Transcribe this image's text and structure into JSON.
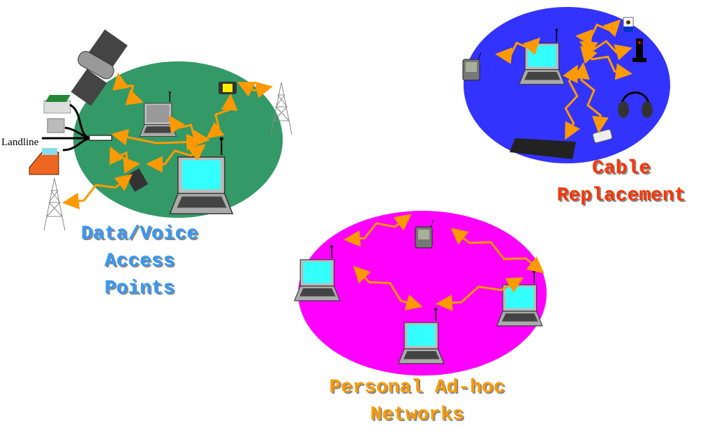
{
  "labels": {
    "data_voice": [
      "Data/Voice",
      "Access",
      "Points"
    ],
    "cable": [
      "Cable",
      "Replacement"
    ],
    "adhoc": [
      "Personal Ad-hoc",
      "Networks"
    ],
    "landline": "Landline"
  },
  "colors": {
    "green_zone": "#339966",
    "blue_zone": "#3333ff",
    "magenta_zone": "#ff00ff",
    "bolt": "#ff9900",
    "data_voice_text": "#3399ff",
    "cable_text": "#ff3300",
    "adhoc_text": "#ff9900"
  }
}
